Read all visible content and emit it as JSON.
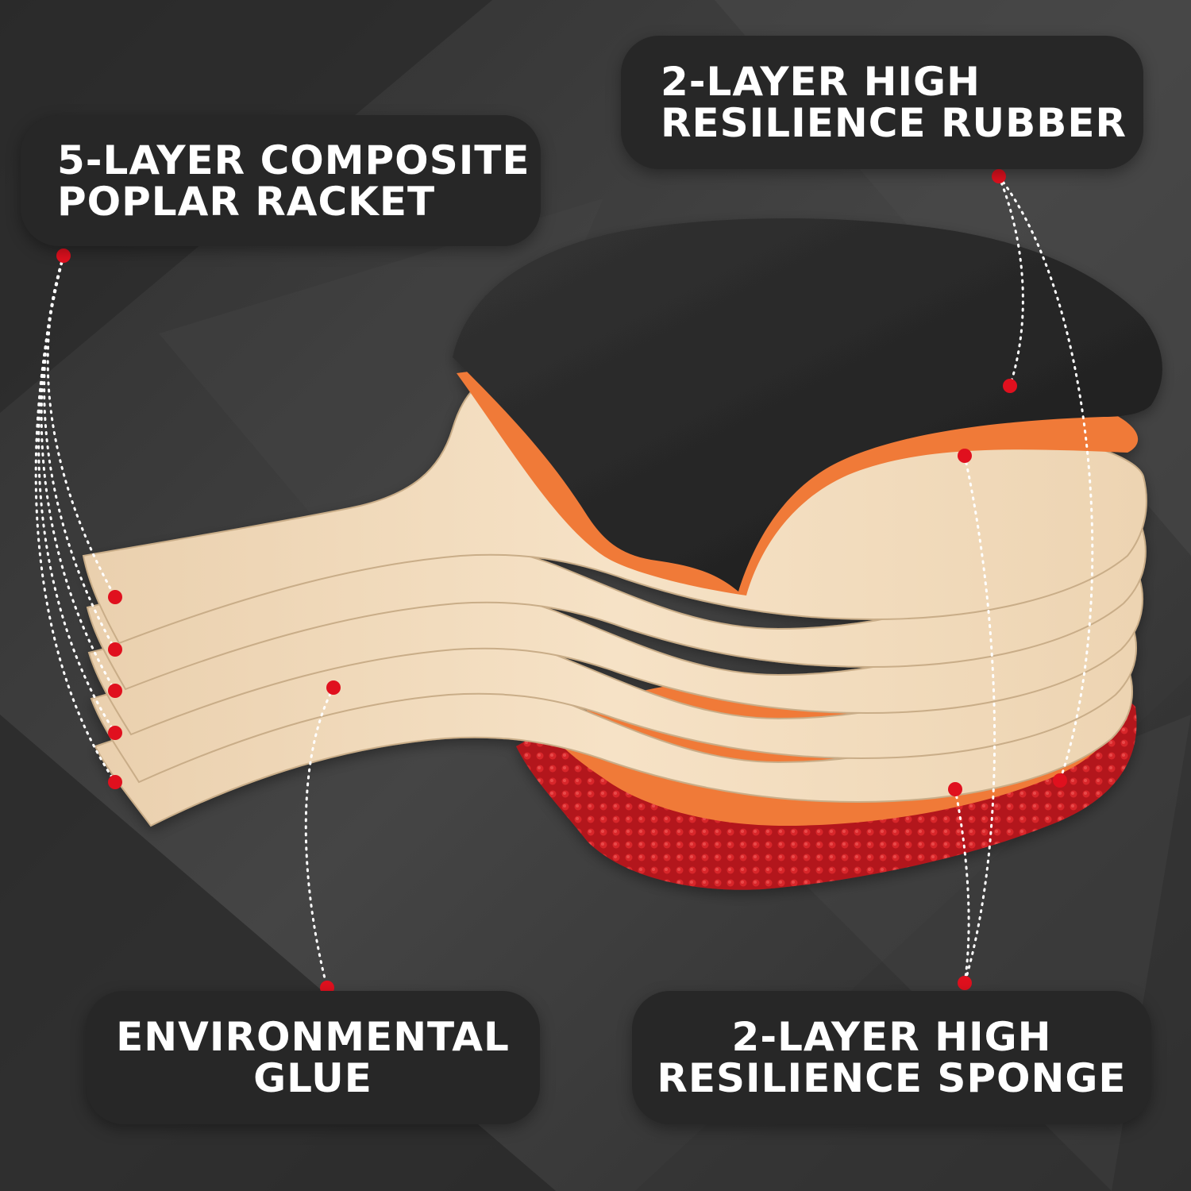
{
  "callouts": {
    "racket": {
      "line1": "5-LAYER COMPOSITE",
      "line2": "POPLAR RACKET"
    },
    "rubber": {
      "line1": "2-LAYER HIGH",
      "line2": "RESILIENCE RUBBER"
    },
    "glue": {
      "line1": "ENVIRONMENTAL",
      "line2": "GLUE"
    },
    "sponge": {
      "line1": "2-LAYER HIGH",
      "line2": "RESILIENCE SPONGE"
    }
  },
  "colors": {
    "background": "#3a3a3a",
    "callout_bg": "#272727",
    "marker": "#e0101e",
    "wood": "#f0d6b4",
    "sponge": "#f07a38",
    "rubber_black": "#262626",
    "rubber_red": "#b3181c"
  },
  "illustration": "exploded-view of table tennis paddle layers"
}
